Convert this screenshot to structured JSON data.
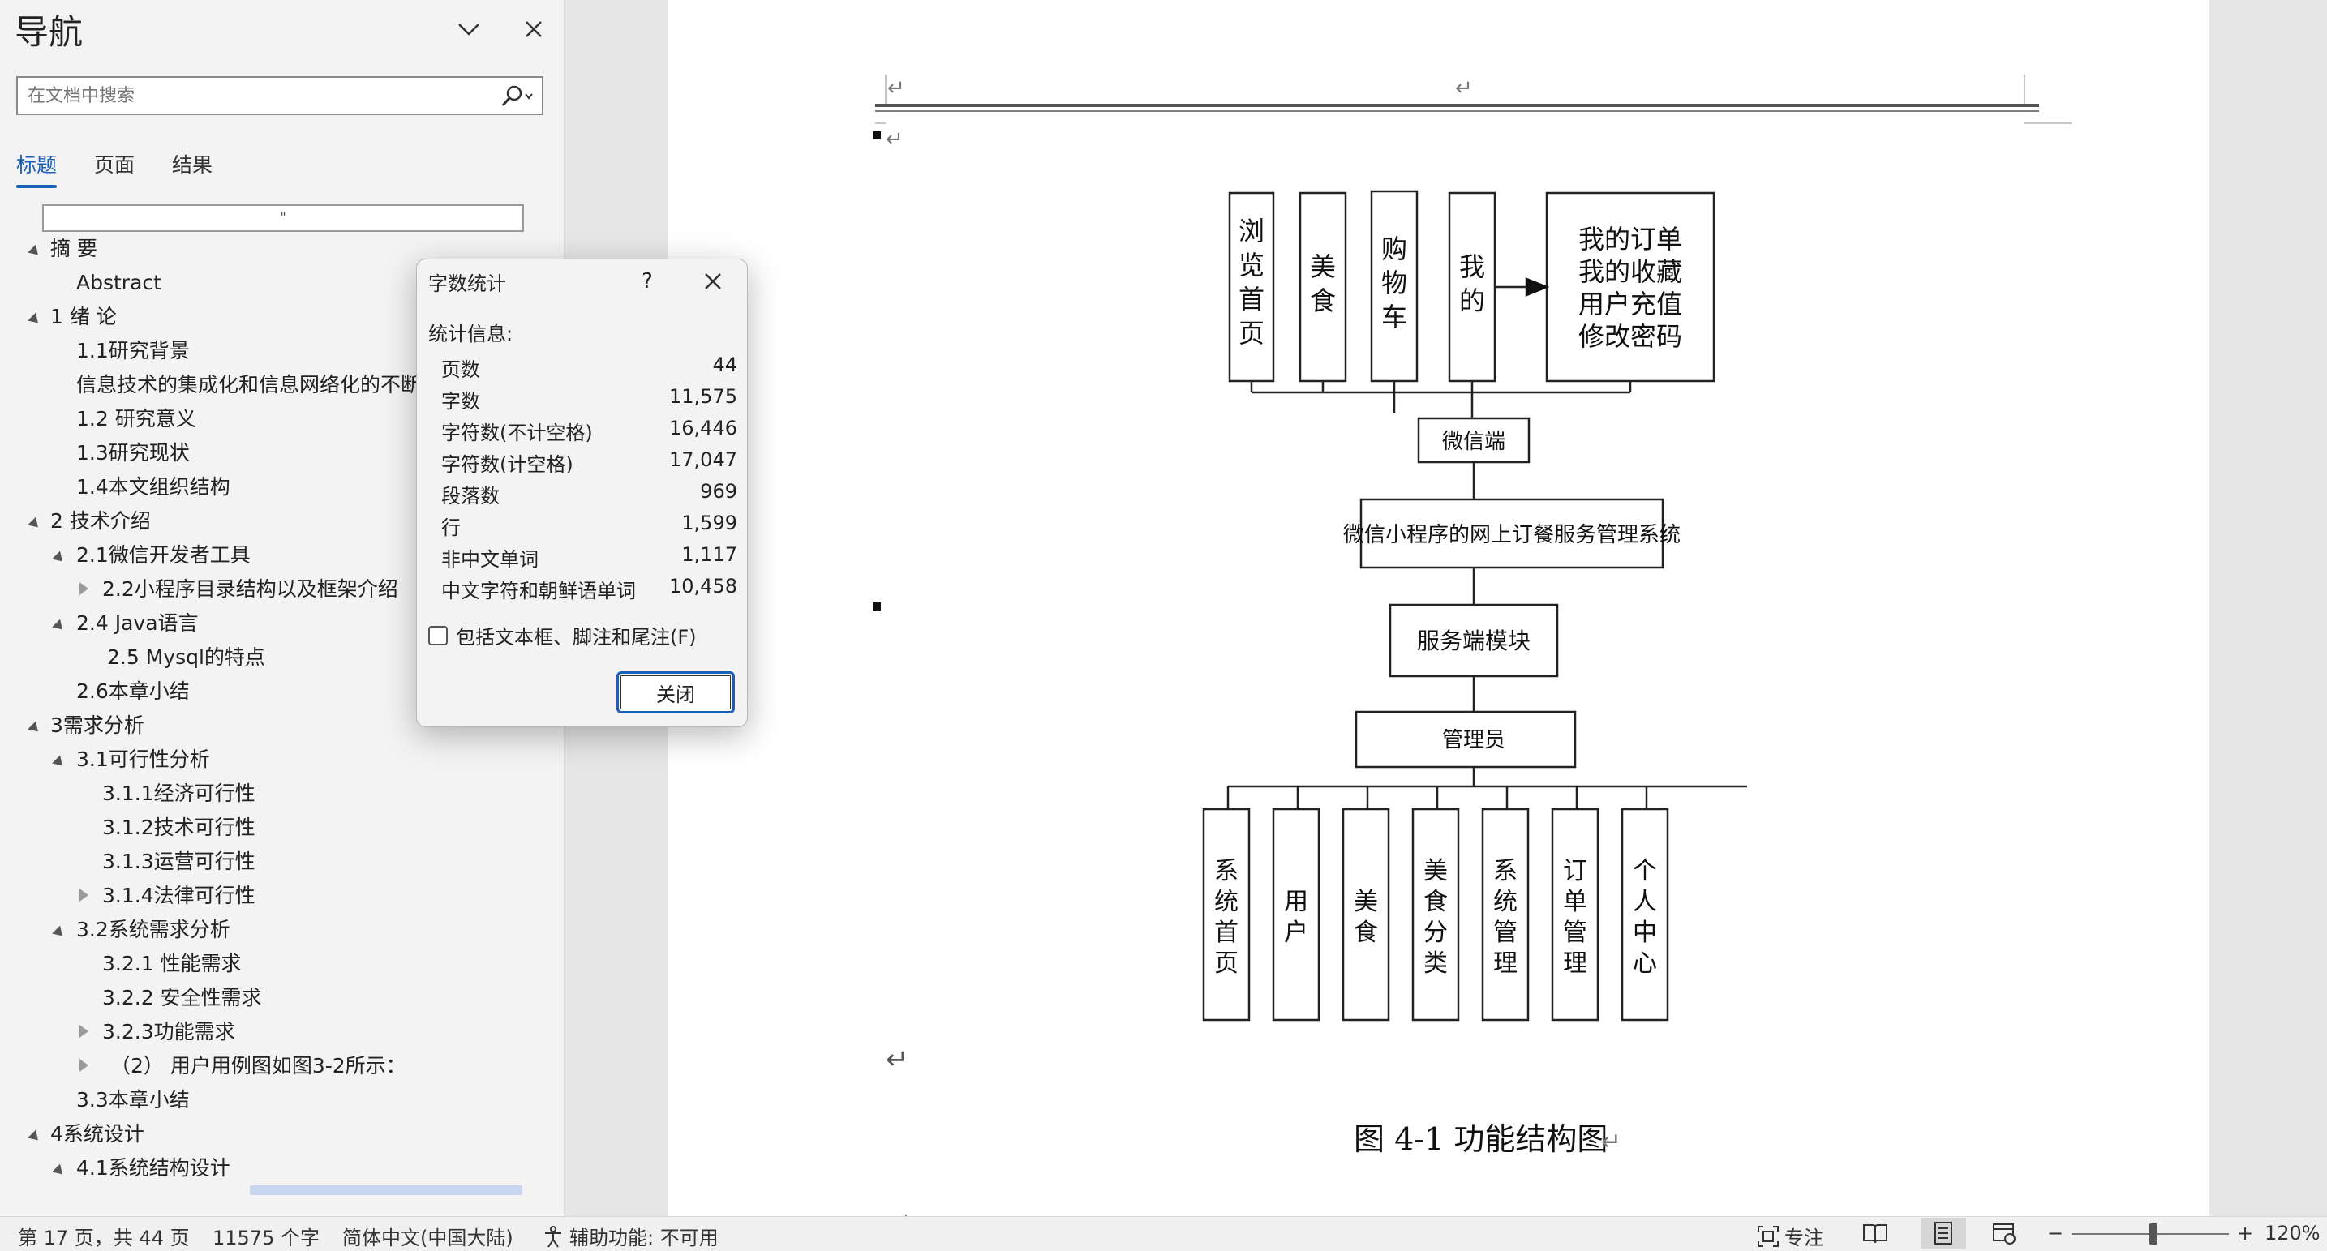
{
  "nav": {
    "title": "导航",
    "search_placeholder": "在文档中搜索",
    "tabs": [
      "标题",
      "页面",
      "结果"
    ],
    "heading_box_mark": "\"",
    "items": [
      {
        "text": "摘  要",
        "arrow": "open"
      },
      {
        "text": "Abstract",
        "arrow": null
      },
      {
        "text": "1 绪  论",
        "arrow": "open"
      },
      {
        "text": "1.1研究背景",
        "arrow": null
      },
      {
        "text": "信息技术的集成化和信息网络化的不断发",
        "arrow": null
      },
      {
        "text": "1.2 研究意义",
        "arrow": null
      },
      {
        "text": "1.3研究现状",
        "arrow": null
      },
      {
        "text": "1.4本文组织结构",
        "arrow": null
      },
      {
        "text": "2 技术介绍",
        "arrow": "open"
      },
      {
        "text": "2.1微信开发者工具",
        "arrow": "open"
      },
      {
        "text": "2.2小程序目录结构以及框架介绍",
        "arrow": "closed"
      },
      {
        "text": "2.4 Java语言",
        "arrow": "open"
      },
      {
        "text": "2.5 Mysql的特点",
        "arrow": null
      },
      {
        "text": "2.6本章小结",
        "arrow": null
      },
      {
        "text": "3需求分析",
        "arrow": "open"
      },
      {
        "text": "3.1可行性分析",
        "arrow": "open"
      },
      {
        "text": "3.1.1经济可行性",
        "arrow": null
      },
      {
        "text": "3.1.2技术可行性",
        "arrow": null
      },
      {
        "text": "3.1.3运营可行性",
        "arrow": null
      },
      {
        "text": "3.1.4法律可行性",
        "arrow": "closed"
      },
      {
        "text": "3.2系统需求分析",
        "arrow": "open"
      },
      {
        "text": "3.2.1 性能需求",
        "arrow": null
      },
      {
        "text": "3.2.2 安全性需求",
        "arrow": null
      },
      {
        "text": "3.2.3功能需求",
        "arrow": "closed"
      },
      {
        "text": "（2） 用户用例图如图3-2所示：",
        "arrow": "closed"
      },
      {
        "text": "3.3本章小结",
        "arrow": null
      },
      {
        "text": "4系统设计",
        "arrow": "open"
      },
      {
        "text": "4.1系统结构设计",
        "arrow": "open"
      }
    ]
  },
  "dialog": {
    "title": "字数统计",
    "help": "?",
    "stats_header": "统计信息:",
    "stats": [
      {
        "label": "页数",
        "value": "44"
      },
      {
        "label": "字数",
        "value": "11,575"
      },
      {
        "label": "字符数(不计空格)",
        "value": "16,446"
      },
      {
        "label": "字符数(计空格)",
        "value": "17,047"
      },
      {
        "label": "段落数",
        "value": "969"
      },
      {
        "label": "行",
        "value": "1,599"
      },
      {
        "label": "非中文单词",
        "value": "1,117"
      },
      {
        "label": "中文字符和朝鲜语单词",
        "value": "10,458"
      }
    ],
    "include_label": "包括文本框、脚注和尾注(F)",
    "close_label": "关闭"
  },
  "document": {
    "header_marks": [
      "↵",
      "↵"
    ],
    "paragraph_mark": "↵",
    "diagram": {
      "top_nodes": [
        "浏览首页",
        "美食",
        "购物车",
        "我的"
      ],
      "my_detail_lines": [
        "我的订单",
        "我的收藏",
        "用户充值",
        "修改密码"
      ],
      "wechat_node": "微信端",
      "system_node": "微信小程序的网上订餐服务管理系统",
      "server_node": "服务端模块",
      "admin_node": "管理员",
      "bottom_nodes": [
        "系统首页",
        "用户",
        "美食",
        "美食分类",
        "系统管理",
        "订单管理",
        "个人中心"
      ]
    },
    "caption": "图 4-1 功能结构图",
    "caption_mark": "↵"
  },
  "status": {
    "page_info": "第 17 页，共 44 页",
    "word_count": "11575 个字",
    "language": "简体中文(中国大陆)",
    "accessibility": "辅助功能: 不可用",
    "focus": "专注",
    "zoom_minus": "−",
    "zoom_plus": "+",
    "zoom": "120%"
  }
}
